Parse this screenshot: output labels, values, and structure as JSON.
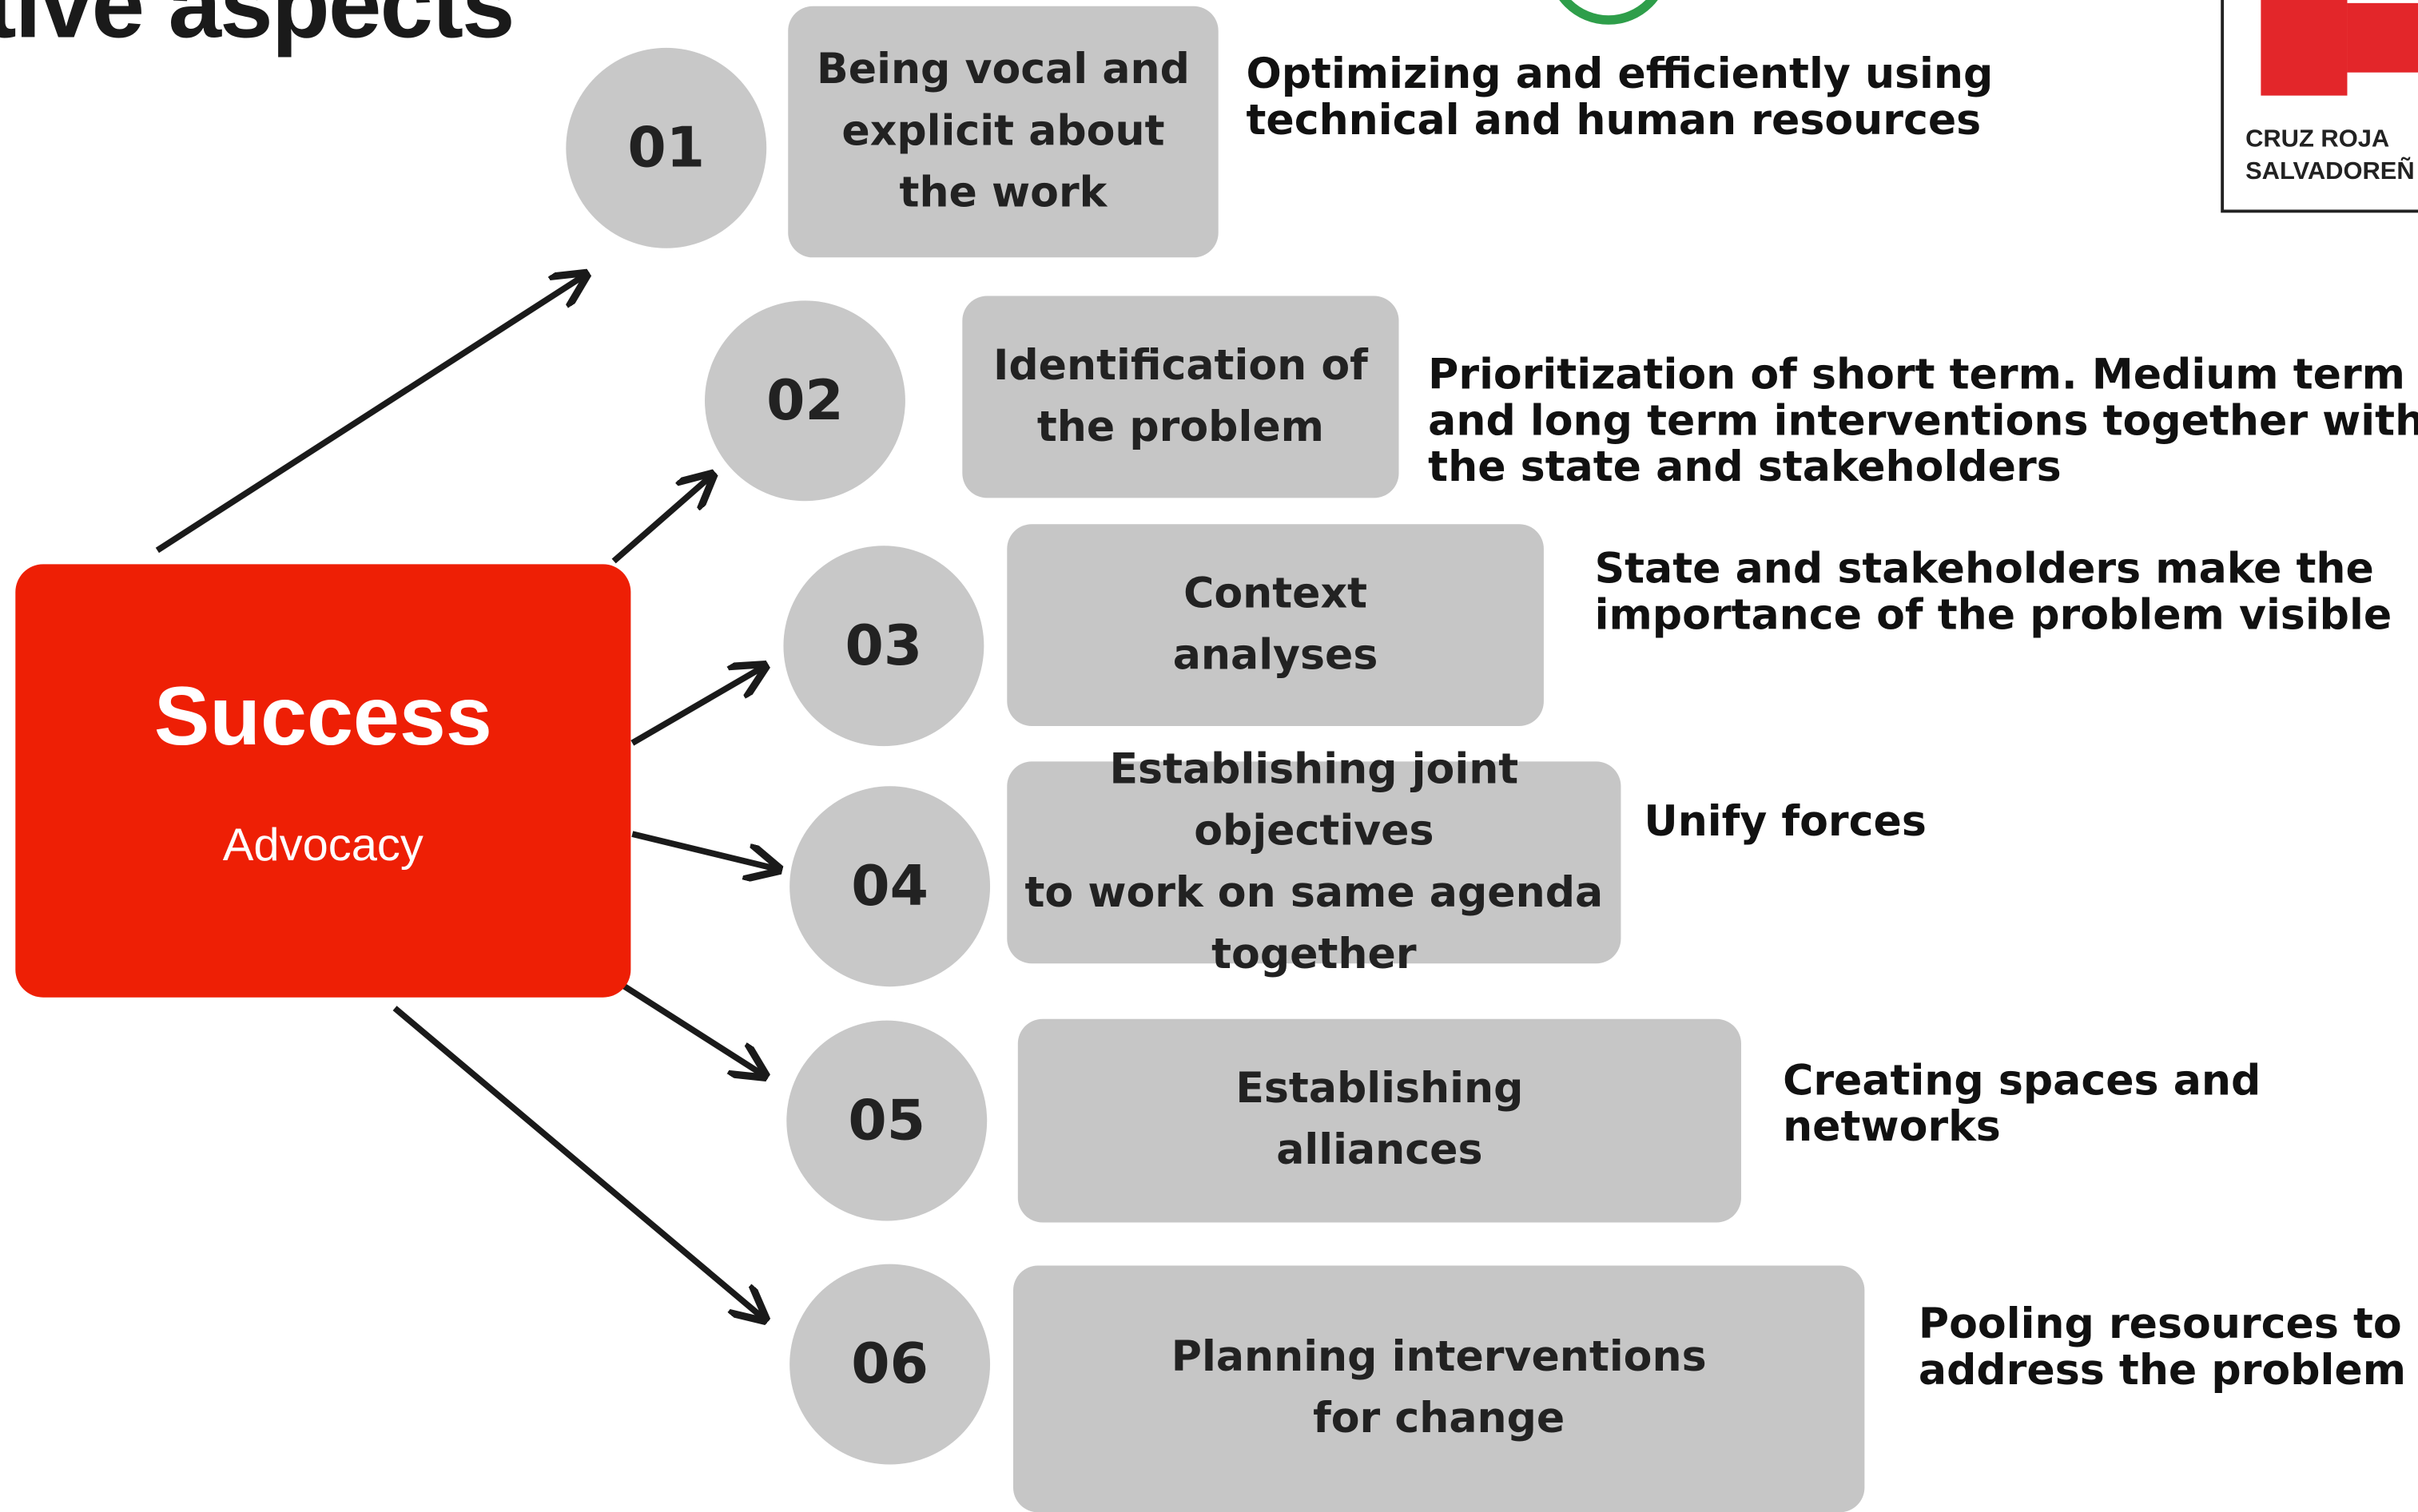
{
  "title": "tive aspects",
  "center": {
    "title": "Success",
    "subtitle": "Advocacy"
  },
  "items": [
    {
      "number": "01",
      "label_lines": [
        "Being vocal and",
        "explicit about",
        "the work"
      ],
      "description_lines": [
        "Optimizing and efficiently using",
        "technical and human resources"
      ]
    },
    {
      "number": "02",
      "label_lines": [
        "Identification of",
        "the problem"
      ],
      "description_lines": [
        "Prioritization of short term. Medium term",
        "and long term interventions together with",
        "the state and stakeholders"
      ]
    },
    {
      "number": "03",
      "label_lines": [
        "Context",
        "analyses"
      ],
      "description_lines": [
        "State and stakeholders make the",
        "importance of the problem visible"
      ]
    },
    {
      "number": "04",
      "label_lines": [
        "Establishing joint objectives",
        "to work on same agenda",
        "together"
      ],
      "description_lines": [
        "Unify forces"
      ]
    },
    {
      "number": "05",
      "label_lines": [
        "Establishing",
        "alliances"
      ],
      "description_lines": [
        "Creating spaces and",
        "networks"
      ]
    },
    {
      "number": "06",
      "label_lines": [
        "Planning interventions",
        "for change"
      ],
      "description_lines": [
        "Pooling resources to",
        "address the problem"
      ]
    }
  ],
  "logo": {
    "text_lines": [
      "CRUZ ROJA",
      "SALVADOREÑ"
    ],
    "cross_color": "#e3262a"
  },
  "colors": {
    "accent": "#ee1f05",
    "node": "#c8c8c8",
    "box": "#c6c6c6",
    "arrow": "#1a1a1a",
    "green_icon": "#2e9e4a"
  }
}
